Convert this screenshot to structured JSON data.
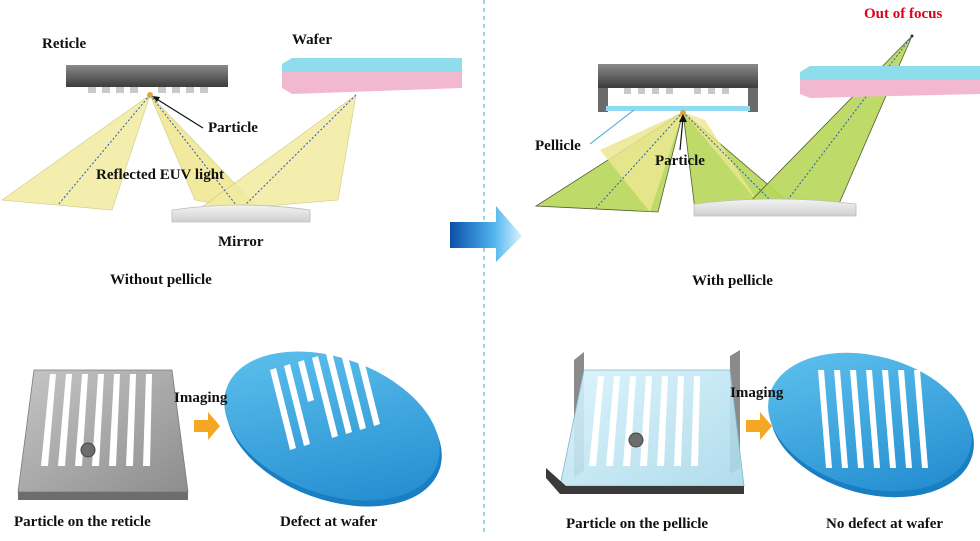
{
  "left": {
    "labels": {
      "reticle": "Reticle",
      "wafer": "Wafer",
      "particle": "Particle",
      "reflected": "Reflected EUV light",
      "mirror": "Mirror",
      "caption": "Without pellicle"
    },
    "bottom": {
      "imaging": "Imaging",
      "caption_left": "Particle on the reticle",
      "caption_right": "Defect at wafer"
    }
  },
  "right": {
    "labels": {
      "out_of_focus": "Out of focus",
      "pellicle": "Pellicle",
      "particle": "Particle",
      "caption": "With pellicle"
    },
    "bottom": {
      "imaging": "Imaging",
      "caption_left": "Particle on the pellicle",
      "caption_right": "No defect at wafer"
    }
  },
  "colors": {
    "yellow_beam": "#f2eca0",
    "green_beam": "#b8d85a",
    "wafer_top": "#7fd8ea",
    "wafer_bottom": "#f2b8cf",
    "pellicle": "#8fdcf0",
    "disk": "#2f9edc",
    "arrow": "#f5a623",
    "focus_red": "#e0001b"
  }
}
